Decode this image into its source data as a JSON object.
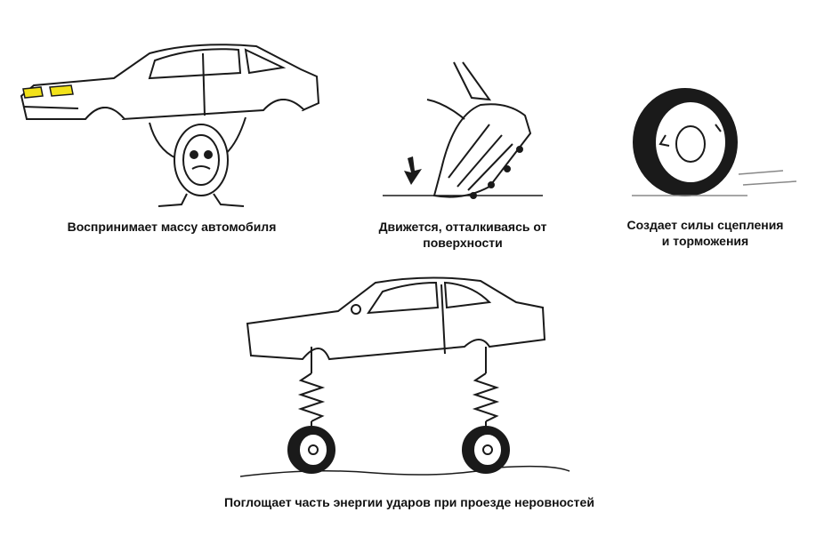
{
  "panels": {
    "weight": {
      "caption_line1": "Воспринимает массу автомобиля",
      "caption_line2": ""
    },
    "push": {
      "caption_line1": "Движется, отталкиваясь от",
      "caption_line2": "поверхности"
    },
    "grip": {
      "caption_line1": "Создает силы сцепления",
      "caption_line2": "и торможения"
    },
    "absorb": {
      "caption_line1": "Поглощает часть энергии ударов при проезде неровностей",
      "caption_line2": ""
    }
  },
  "colors": {
    "ink": "#1a1a1a",
    "headlight": "#f2e21a",
    "paper": "#ffffff"
  },
  "icons": [
    "car-icon",
    "tire-character-icon",
    "shoe-icon",
    "down-arrow-icon",
    "tire-icon",
    "spring-icon",
    "wheel-icon"
  ]
}
